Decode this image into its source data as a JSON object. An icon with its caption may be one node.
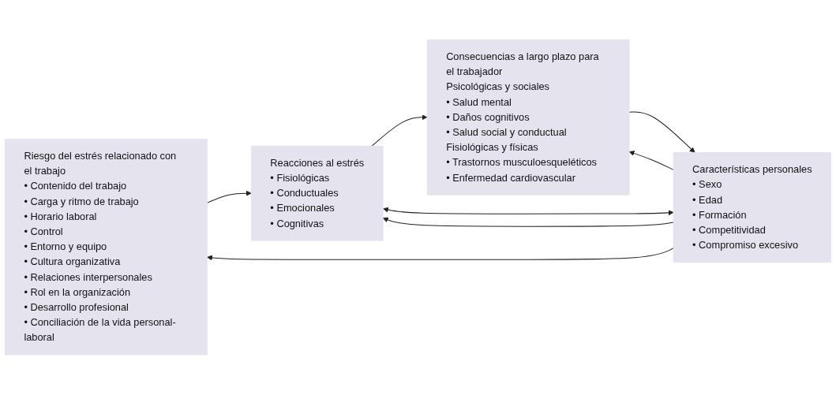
{
  "diagram": {
    "nodes": [
      {
        "text": [
          "Riesgo del estrés relacionado con el trabajo",
          "• Contenido del trabajo",
          "• Carga y ritmo de trabajo",
          "• Horario laboral",
          "• Control",
          "• Entorno y equipo",
          "• Cultura organizativa",
          "• Relaciones interpersonales",
          "• Rol en la organización",
          "• Desarrollo profesional",
          "• Conciliación de la vida personal-laboral"
        ]
      },
      {
        "text": [
          "Reacciones al estrés",
          "• Fisiológicas",
          "• Conductuales",
          "• Emocionales",
          "• Cognitivas"
        ]
      },
      {
        "text": [
          "Consecuencias a largo plazo para el trabajador",
          "Psicológicas y sociales",
          "• Salud mental",
          "• Daños cognitivos",
          "• Salud social y conductual",
          "Fisiológicas y físicas",
          "• Trastornos musculoesqueléticos",
          "• Enfermedad cardiovascular"
        ]
      },
      {
        "text": [
          "Características personales",
          "• Sexo",
          "• Edad",
          "• Formación",
          "• Competitividad",
          "• Compromiso excesivo"
        ]
      }
    ],
    "edges": [
      {
        "from": 0,
        "to": 1,
        "arrow": "to"
      },
      {
        "from": 3,
        "to": 1,
        "arrow": "to"
      },
      {
        "from": 1,
        "to": 2,
        "arrow": "to"
      },
      {
        "from": 3,
        "to": 2,
        "arrow": "to"
      },
      {
        "from": 1,
        "to": 3,
        "arrow": "both"
      },
      {
        "from": 2,
        "to": 3,
        "arrow": "to"
      },
      {
        "from": 3,
        "to": 0,
        "arrow": "to"
      }
    ]
  }
}
